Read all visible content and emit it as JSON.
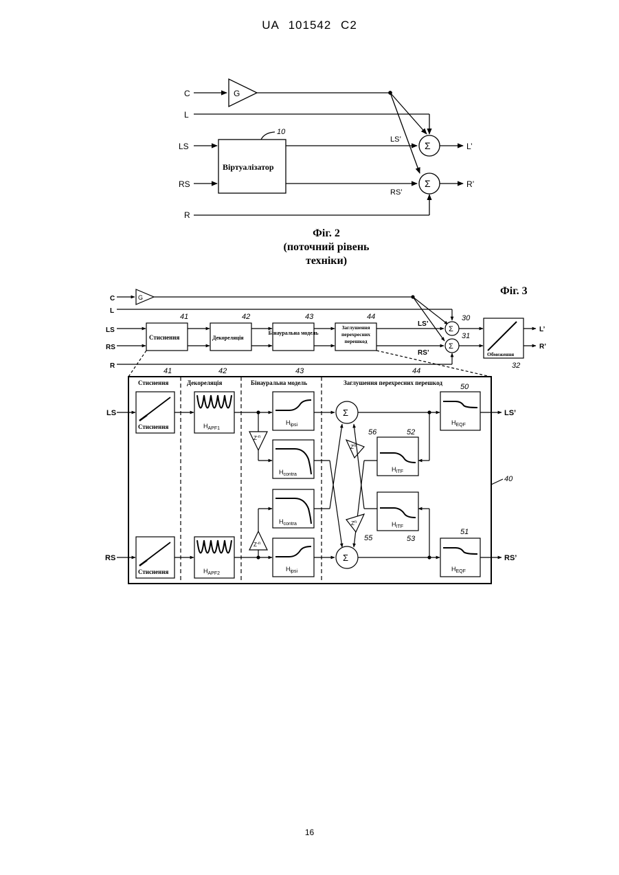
{
  "header": "UA   101542   C2",
  "page_number": "16",
  "fig2": {
    "inputs": {
      "c": "C",
      "l": "L",
      "ls": "LS",
      "rs": "RS",
      "r": "R"
    },
    "gain": "G",
    "virtualizer": "Віртуалізатор",
    "ref": "10",
    "ls_prime": "LS’",
    "rs_prime": "RS’",
    "sum": "Σ",
    "out_l": "L’",
    "out_r": "R’",
    "caption_1": "Фіг. 2",
    "caption_2": "(поточний рівень",
    "caption_3": "техніки)"
  },
  "fig3": {
    "title": "Фіг. 3",
    "inputs": {
      "c": "C",
      "l": "L",
      "ls": "LS",
      "rs": "RS",
      "r": "R"
    },
    "gain": "G",
    "blocks": {
      "compression": "Стиснення",
      "decorrelation": "Декореляція",
      "binaural": "Бінауральна модель",
      "crosstalk": "Заглушення перехресних перешкод",
      "limiter": "Обмеження"
    },
    "refs": {
      "r30": "30",
      "r31": "31",
      "r32": "32",
      "r40": "40",
      "r41": "41",
      "r42": "42",
      "r43": "43",
      "r44": "44",
      "r50": "50",
      "r51": "51",
      "r52": "52",
      "r53": "53",
      "r55": "55",
      "r56": "56"
    },
    "ls_prime": "LS’",
    "rs_prime": "RS’",
    "out_l": "L’",
    "out_r": "R’",
    "sum": "Σ",
    "detail": {
      "h_apf1": "H",
      "h_apf1_sub": "APF1",
      "h_apf2": "H",
      "h_apf2_sub": "APF2",
      "h_ipsi": "H",
      "h_ipsi_sub": "ipsi",
      "h_contra": "H",
      "h_contra_sub": "contra",
      "h_itf": "H",
      "h_itf_sub": "ITF",
      "h_eqf": "H",
      "h_eqf_sub": "EQF",
      "delay_neg": "Z",
      "delay_neg_sup": "-n",
      "delay_pos": "Z",
      "delay_pos_sup": "n"
    }
  }
}
